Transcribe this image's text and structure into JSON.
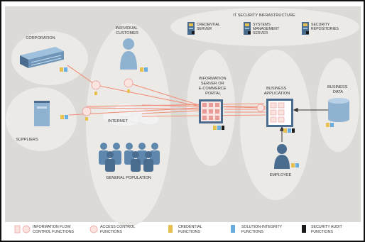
{
  "diagram": {
    "infra_title": "IT SECURITY INFRASTRUCTURE",
    "infra": {
      "credential_server": [
        "CREDENTIAL",
        "SERVER"
      ],
      "systems_management": [
        "SYSTEMS",
        "MANAGEMENT",
        "SERVER"
      ],
      "security_repositories": [
        "SECURITY",
        "REPOSITORIES"
      ]
    },
    "nodes": {
      "corporation": "CORPORATION",
      "suppliers": "SUPPLIERS",
      "individual_customer": [
        "INDIVIDUAL",
        "CUSTOMER"
      ],
      "internet": "INTERNET",
      "general_population": "GENERAL POPULATION",
      "info_server": [
        "INFORMATION",
        "SERVER OR",
        "E-COMMERCE",
        "PORTAL"
      ],
      "business_application": [
        "BUSINESS",
        "APPLICATION"
      ],
      "employee": "EMPLOYEE",
      "business_data": [
        "BUSINESS",
        "DATA"
      ]
    },
    "legend": [
      {
        "lines": [
          "INFORMATION FLOW",
          "CONTROL FUNCTIONS"
        ],
        "icon": "flow-control-icon",
        "color": "#e89a96"
      },
      {
        "lines": [
          "ACCESS CONTROL",
          "FUNCTIONS"
        ],
        "icon": "access-control-icon",
        "color": "#e89a96"
      },
      {
        "lines": [
          "CREDENTIAL",
          "FUNCTIONS"
        ],
        "icon": "credential-icon",
        "color": "#e8c050"
      },
      {
        "lines": [
          "SOLUTION-INTEGRITY",
          "FUNCTIONS"
        ],
        "icon": "solution-integrity-icon",
        "color": "#6aaee0"
      },
      {
        "lines": [
          "SECURITY AUDIT",
          "FUNCTIONS"
        ],
        "icon": "security-audit-icon",
        "color": "#1a1a1a"
      }
    ],
    "colors": {
      "flow_line": "#f0907a",
      "ellipse_fill": "#eceae6",
      "device_blue": "#8fb2d0",
      "device_dark": "#4a6d8f",
      "background": "#dcdad6"
    }
  }
}
